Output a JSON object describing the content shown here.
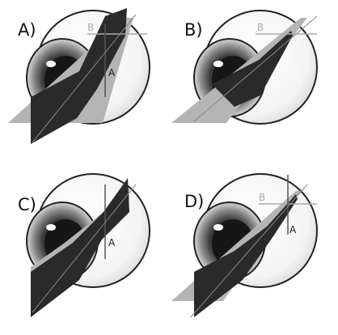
{
  "figure": {
    "panels": [
      {
        "id": "A",
        "label": "A)",
        "axis_a": "A",
        "axis_b": "B"
      },
      {
        "id": "B",
        "label": "B)",
        "axis_b": "B"
      },
      {
        "id": "C",
        "label": "C)",
        "axis_a": "A"
      },
      {
        "id": "D",
        "label": "D)",
        "axis_a": "A",
        "axis_b": "B"
      }
    ]
  },
  "colors": {
    "dark_beam": "#2a2a2a",
    "light_beam": "#b4b4b4",
    "eye_outline": "#222222",
    "axis_line_a": "#555555",
    "axis_line_b": "#aaaaaa"
  }
}
